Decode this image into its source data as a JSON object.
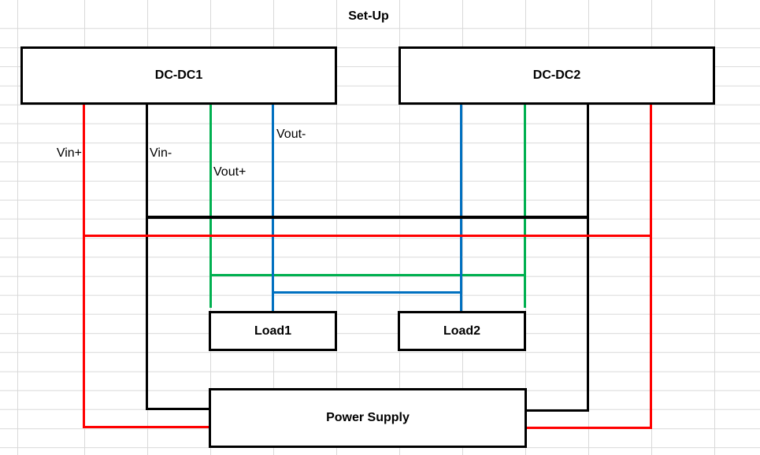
{
  "title": "Set-Up",
  "boxes": {
    "dcdc1": {
      "label": "DC-DC1"
    },
    "dcdc2": {
      "label": "DC-DC2"
    },
    "load1": {
      "label": "Load1"
    },
    "load2": {
      "label": "Load2"
    },
    "power_supply": {
      "label": "Power Supply"
    }
  },
  "wire_labels": {
    "vin_plus": "Vin+",
    "vin_minus": "Vin-",
    "vout_plus": "Vout+",
    "vout_minus": "Vout-"
  },
  "colors": {
    "vin_plus_wire": "#FF0000",
    "vin_minus_wire": "#000000",
    "vout_plus_wire": "#00B050",
    "vout_minus_wire": "#0070C0",
    "gridline": "#D9D9D9",
    "box_border": "#000000",
    "background": "#FFFFFF",
    "text": "#000000"
  }
}
